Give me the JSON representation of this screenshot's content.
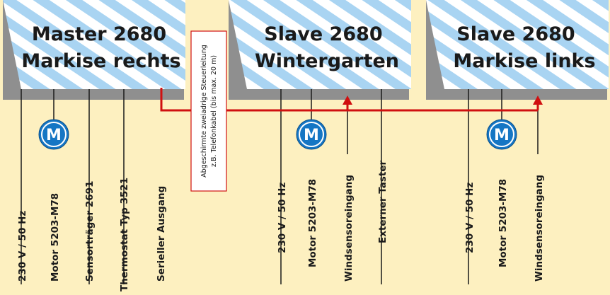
{
  "colors": {
    "background": "#fdf0c0",
    "stripe_light": "#ffffff",
    "stripe_blue": "#a9d4f2",
    "shadow": "#8f8f8f",
    "motor": "#1576c4",
    "cable": "#d01010"
  },
  "units": [
    {
      "title_line1": "Master 2680",
      "title_line2": "Markise rechts",
      "connections": [
        {
          "label": "230 V / 50 Hz"
        },
        {
          "label": "Motor 5203-M78",
          "motor": "M"
        },
        {
          "label": "Sensorträger 2691"
        },
        {
          "label": "Thermostat Typ 3521"
        },
        {
          "label": "Serieller Ausgang"
        }
      ]
    },
    {
      "title_line1": "Slave 2680",
      "title_line2": "Wintergarten",
      "connections": [
        {
          "label": "230 V / 50 Hz"
        },
        {
          "label": "Motor 5203-M78",
          "motor": "M"
        },
        {
          "label": "Windsensoreingang"
        },
        {
          "label": "Externer Taster"
        }
      ]
    },
    {
      "title_line1": "Slave 2680",
      "title_line2": "Markise links",
      "connections": [
        {
          "label": "230 V / 50 Hz"
        },
        {
          "label": "Motor 5203-M78",
          "motor": "M"
        },
        {
          "label": "Windsensoreingang"
        }
      ]
    }
  ],
  "cable": {
    "line1": "Abgeschirmte zweiadrige Steuerleitung",
    "line2": "z.B. Telefonkabel (bis max. 20 m)"
  }
}
